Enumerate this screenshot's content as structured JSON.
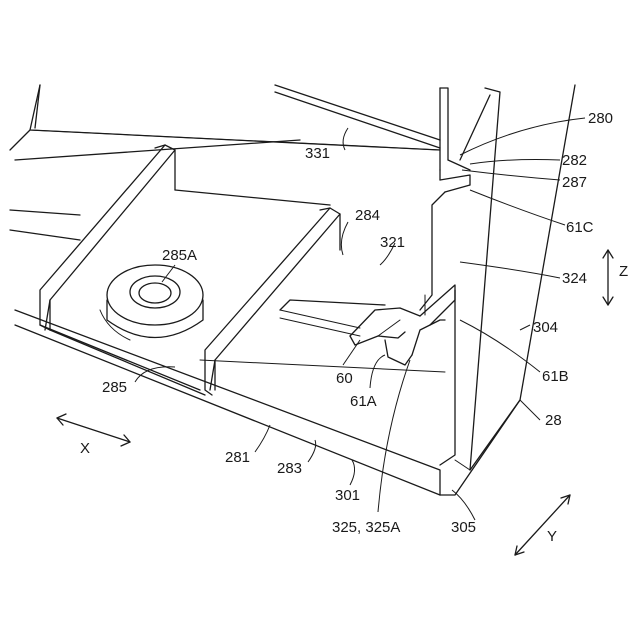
{
  "labels": {
    "l280": "280",
    "l282": "282",
    "l287": "287",
    "l331": "331",
    "l61c": "61C",
    "l284": "284",
    "l321": "321",
    "l324": "324",
    "l285a": "285A",
    "l304": "304",
    "lz": "Z",
    "l61b": "61B",
    "l285": "285",
    "l60": "60",
    "l61a": "61A",
    "l28": "28",
    "lx": "X",
    "l281": "281",
    "l283": "283",
    "l301": "301",
    "l325": "325, 325A",
    "l305": "305",
    "ly": "Y"
  }
}
